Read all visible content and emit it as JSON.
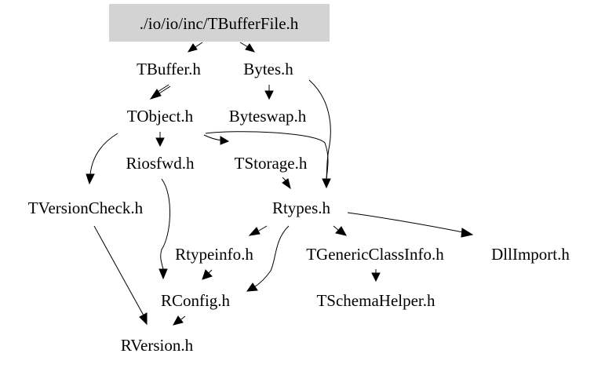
{
  "graph": {
    "root_fill": "#d3d3d3",
    "nodes": [
      {
        "id": "root",
        "label": "./io/io/inc/TBufferFile.h"
      },
      {
        "id": "tbuffer",
        "label": "TBuffer.h"
      },
      {
        "id": "bytes",
        "label": "Bytes.h"
      },
      {
        "id": "tobject",
        "label": "TObject.h"
      },
      {
        "id": "byteswap",
        "label": "Byteswap.h"
      },
      {
        "id": "riosfwd",
        "label": "Riosfwd.h"
      },
      {
        "id": "tstorage",
        "label": "TStorage.h"
      },
      {
        "id": "tversioncheck",
        "label": "TVersionCheck.h"
      },
      {
        "id": "rtypes",
        "label": "Rtypes.h"
      },
      {
        "id": "rtypeinfo",
        "label": "Rtypeinfo.h"
      },
      {
        "id": "tgenericclassinfo",
        "label": "TGenericClassInfo.h"
      },
      {
        "id": "dllimport",
        "label": "DllImport.h"
      },
      {
        "id": "rconfig",
        "label": "RConfig.h"
      },
      {
        "id": "tschemahelper",
        "label": "TSchemaHelper.h"
      },
      {
        "id": "rversion",
        "label": "RVersion.h"
      }
    ]
  }
}
